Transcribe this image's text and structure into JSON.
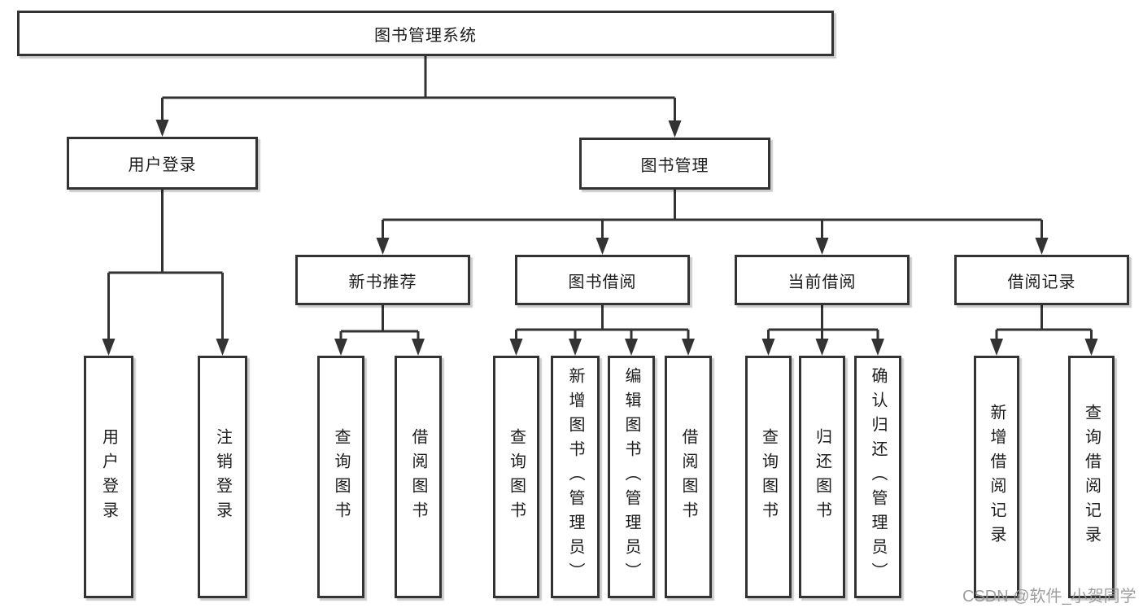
{
  "diagram_title": "图书管理系统",
  "watermark": "CSDN @软件_小贺同学",
  "colors": {
    "line": "#333333",
    "box_border": "#333333",
    "box_fill": "#ffffff",
    "text": "#1c1c1c",
    "watermark": "#969696"
  },
  "tree": {
    "label": "图书管理系统",
    "children": [
      {
        "label": "用户登录",
        "children": [
          {
            "label": "用户登录"
          },
          {
            "label": "注销登录"
          }
        ]
      },
      {
        "label": "图书管理",
        "children": [
          {
            "label": "新书推荐",
            "children": [
              {
                "label": "查询图书"
              },
              {
                "label": "借阅图书"
              }
            ]
          },
          {
            "label": "图书借阅",
            "children": [
              {
                "label": "查询图书"
              },
              {
                "label": "新增图书（管理员）"
              },
              {
                "label": "编辑图书（管理员）"
              },
              {
                "label": "借阅图书"
              }
            ]
          },
          {
            "label": "当前借阅",
            "children": [
              {
                "label": "查询图书"
              },
              {
                "label": "归还图书"
              },
              {
                "label": "确认归还（管理员）"
              }
            ]
          },
          {
            "label": "借阅记录",
            "children": [
              {
                "label": "新增借阅记录"
              },
              {
                "label": "查询借阅记录"
              }
            ]
          }
        ]
      }
    ]
  }
}
